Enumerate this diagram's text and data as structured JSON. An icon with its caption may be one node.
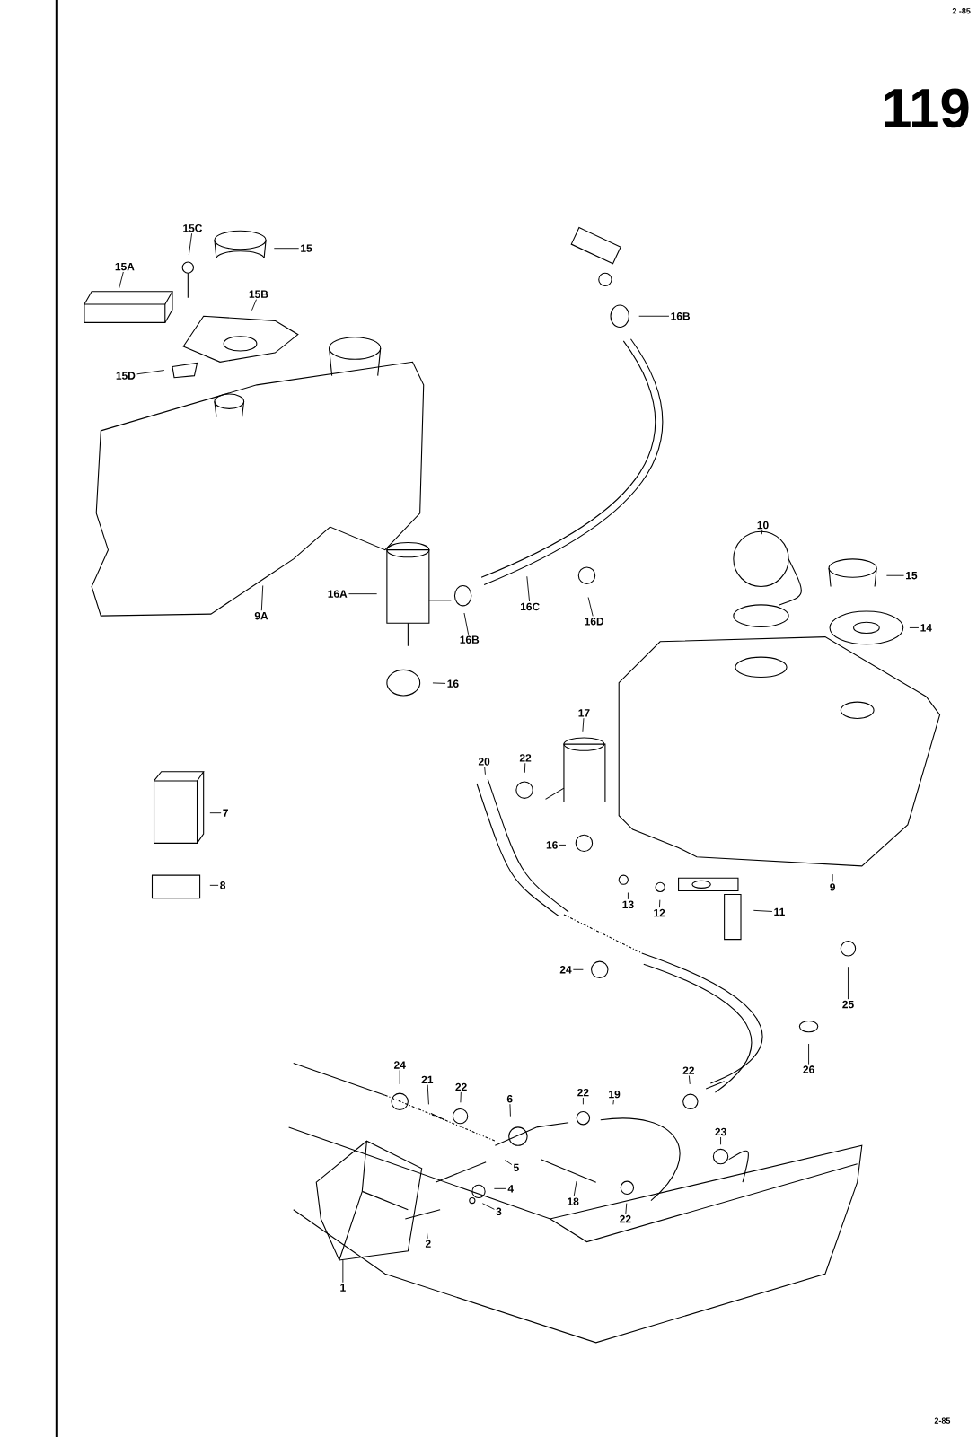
{
  "diagram": {
    "title": "119",
    "nodes": [
      {
        "text": [
          "15C"
        ]
      },
      {
        "text": [
          "15"
        ]
      },
      {
        "text": [
          "15A"
        ]
      },
      {
        "text": [
          "15B"
        ]
      },
      {
        "text": [
          "15D"
        ]
      },
      {
        "text": [
          "16B"
        ]
      },
      {
        "text": [
          "9A"
        ]
      },
      {
        "text": [
          "16A"
        ]
      },
      {
        "text": [
          "16B"
        ]
      },
      {
        "text": [
          "16C"
        ]
      },
      {
        "text": [
          "16D"
        ]
      },
      {
        "text": [
          "16"
        ]
      },
      {
        "text": [
          "10"
        ]
      },
      {
        "text": [
          "15"
        ]
      },
      {
        "text": [
          "14"
        ]
      },
      {
        "text": [
          "17"
        ]
      },
      {
        "text": [
          "20"
        ]
      },
      {
        "text": [
          "22"
        ]
      },
      {
        "text": [
          "7"
        ]
      },
      {
        "text": [
          "16"
        ]
      },
      {
        "text": [
          "9"
        ]
      },
      {
        "text": [
          "8"
        ]
      },
      {
        "text": [
          "13"
        ]
      },
      {
        "text": [
          "12"
        ]
      },
      {
        "text": [
          "11"
        ]
      },
      {
        "text": [
          "25"
        ]
      },
      {
        "text": [
          "24"
        ]
      },
      {
        "text": [
          "26"
        ]
      },
      {
        "text": [
          "24"
        ]
      },
      {
        "text": [
          "21"
        ]
      },
      {
        "text": [
          "22"
        ]
      },
      {
        "text": [
          "6"
        ]
      },
      {
        "text": [
          "22"
        ]
      },
      {
        "text": [
          "19"
        ]
      },
      {
        "text": [
          "22"
        ]
      },
      {
        "text": [
          "23"
        ]
      },
      {
        "text": [
          "5"
        ]
      },
      {
        "text": [
          "4"
        ]
      },
      {
        "text": [
          "3"
        ]
      },
      {
        "text": [
          "18"
        ]
      },
      {
        "text": [
          "22"
        ]
      },
      {
        "text": [
          "2"
        ]
      },
      {
        "text": [
          "1"
        ]
      }
    ],
    "edges": [
      {
        "from": 0,
        "to": null,
        "arrow": "none"
      },
      {
        "from": 1,
        "to": null,
        "arrow": "none"
      },
      {
        "from": 2,
        "to": null,
        "arrow": "none"
      },
      {
        "from": 3,
        "to": null,
        "arrow": "none"
      },
      {
        "from": 4,
        "to": null,
        "arrow": "none"
      },
      {
        "from": 5,
        "to": null,
        "arrow": "none"
      },
      {
        "from": 6,
        "to": null,
        "arrow": "none"
      },
      {
        "from": 7,
        "to": null,
        "arrow": "none"
      },
      {
        "from": 8,
        "to": null,
        "arrow": "none"
      },
      {
        "from": 9,
        "to": null,
        "arrow": "none"
      },
      {
        "from": 10,
        "to": null,
        "arrow": "none"
      },
      {
        "from": 11,
        "to": null,
        "arrow": "none"
      },
      {
        "from": 12,
        "to": null,
        "arrow": "none"
      },
      {
        "from": 13,
        "to": null,
        "arrow": "none"
      },
      {
        "from": 14,
        "to": null,
        "arrow": "none"
      },
      {
        "from": 15,
        "to": null,
        "arrow": "none"
      },
      {
        "from": 16,
        "to": null,
        "arrow": "none"
      },
      {
        "from": 17,
        "to": null,
        "arrow": "none"
      },
      {
        "from": 18,
        "to": null,
        "arrow": "none"
      },
      {
        "from": 19,
        "to": null,
        "arrow": "none"
      },
      {
        "from": 20,
        "to": null,
        "arrow": "none"
      },
      {
        "from": 21,
        "to": null,
        "arrow": "none"
      },
      {
        "from": 22,
        "to": null,
        "arrow": "none"
      },
      {
        "from": 23,
        "to": null,
        "arrow": "none"
      },
      {
        "from": 24,
        "to": null,
        "arrow": "none"
      },
      {
        "from": 25,
        "to": null,
        "arrow": "none"
      },
      {
        "from": 26,
        "to": null,
        "arrow": "none"
      },
      {
        "from": 27,
        "to": null,
        "arrow": "none"
      },
      {
        "from": 28,
        "to": null,
        "arrow": "none"
      },
      {
        "from": 29,
        "to": null,
        "arrow": "none"
      },
      {
        "from": 30,
        "to": null,
        "arrow": "none"
      },
      {
        "from": 31,
        "to": null,
        "arrow": "none"
      },
      {
        "from": 32,
        "to": null,
        "arrow": "none"
      },
      {
        "from": 33,
        "to": null,
        "arrow": "none"
      },
      {
        "from": 34,
        "to": null,
        "arrow": "none"
      },
      {
        "from": 35,
        "to": null,
        "arrow": "none"
      },
      {
        "from": 36,
        "to": null,
        "arrow": "none"
      },
      {
        "from": 37,
        "to": null,
        "arrow": "none"
      },
      {
        "from": 38,
        "to": null,
        "arrow": "none"
      },
      {
        "from": 39,
        "to": null,
        "arrow": "none"
      },
      {
        "from": 40,
        "to": null,
        "arrow": "none"
      },
      {
        "from": 41,
        "to": null,
        "arrow": "none"
      },
      {
        "from": 42,
        "to": null,
        "arrow": "none"
      }
    ],
    "labels": [
      "2 -85",
      "2-85"
    ]
  }
}
